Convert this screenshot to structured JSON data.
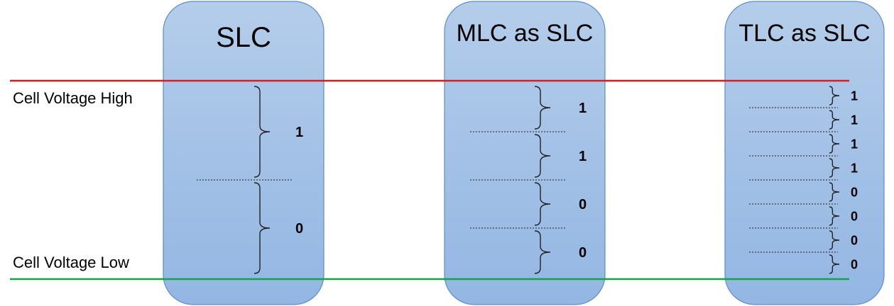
{
  "labels": {
    "high": "Cell Voltage High",
    "low": "Cell Voltage Low"
  },
  "colors": {
    "high_line": "#e0191b",
    "low_line": "#15a34a",
    "column_fill_top": "#b4cdea",
    "column_fill_bottom": "#93b6e3",
    "column_stroke": "#5b8ec9"
  },
  "columns": [
    {
      "title": "SLC",
      "bits": [
        "1",
        "0"
      ]
    },
    {
      "title": "MLC as SLC",
      "bits": [
        "1",
        "1",
        "0",
        "0"
      ]
    },
    {
      "title": "TLC as SLC",
      "bits": [
        "1",
        "1",
        "1",
        "1",
        "0",
        "0",
        "0",
        "0"
      ]
    }
  ]
}
